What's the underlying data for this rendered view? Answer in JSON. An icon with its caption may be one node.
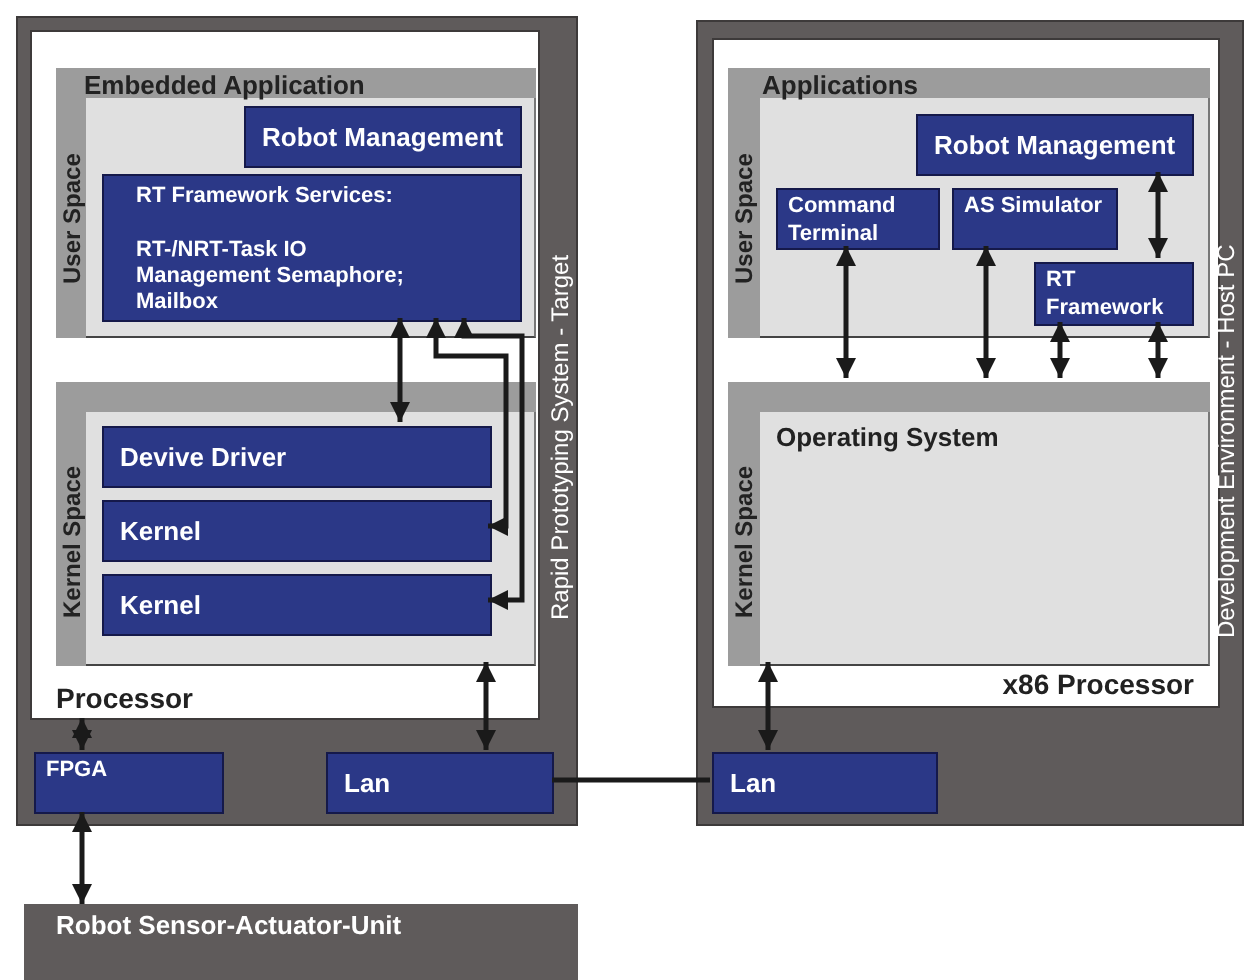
{
  "diagram": {
    "nodes": [
      {
        "text": [
          "Rapid Prototyping System - Target"
        ]
      },
      {
        "text": [
          "Processor"
        ],
        "in": 0
      },
      {
        "text": [
          "Embedded Application",
          "User Space"
        ],
        "in": 1
      },
      {
        "text": [
          "Robot Management"
        ],
        "in": 2
      },
      {
        "text": [
          "RT Framework Services:",
          "RT-/NRT-Task IO Management Semaphore; Mailbox"
        ],
        "in": 2
      },
      {
        "text": [
          "Kernel Space"
        ],
        "in": 1
      },
      {
        "text": [
          "Devive Driver"
        ],
        "in": 5
      },
      {
        "text": [
          "Kernel"
        ],
        "in": 5
      },
      {
        "text": [
          "Kernel"
        ],
        "in": 5
      },
      {
        "text": [
          "FPGA"
        ],
        "in": 0
      },
      {
        "text": [
          "Lan"
        ],
        "in": 0
      },
      {
        "text": [
          "Robot Sensor-Actuator-Unit"
        ]
      },
      {
        "text": [
          "Development Environment - Host PC"
        ]
      },
      {
        "text": [
          "x86 Processor"
        ],
        "in": 12
      },
      {
        "text": [
          "Applications",
          "User Space"
        ],
        "in": 13
      },
      {
        "text": [
          "Robot Management"
        ],
        "in": 14
      },
      {
        "text": [
          "Command Terminal"
        ],
        "in": 14
      },
      {
        "text": [
          "AS Simulator"
        ],
        "in": 14
      },
      {
        "text": [
          "RT Framework"
        ],
        "in": 14
      },
      {
        "text": [
          "Operating System",
          "Kernel Space"
        ],
        "in": 13
      },
      {
        "text": [
          "Lan"
        ],
        "in": 12
      }
    ],
    "edges": [
      {
        "from": 4,
        "to": 8,
        "arrow": "both"
      },
      {
        "from": 4,
        "to": 7,
        "arrow": "both"
      },
      {
        "from": 4,
        "to": 6,
        "arrow": "both"
      },
      {
        "from": 5,
        "to": 10,
        "arrow": "both"
      },
      {
        "from": 1,
        "to": 9,
        "arrow": "both"
      },
      {
        "from": 9,
        "to": 11,
        "arrow": "both"
      },
      {
        "from": 10,
        "to": 20,
        "arrow": "none"
      },
      {
        "from": 19,
        "to": 20,
        "arrow": "both"
      },
      {
        "from": 15,
        "to": 18,
        "arrow": "both"
      },
      {
        "from": 16,
        "to": 19,
        "arrow": "both"
      },
      {
        "from": 17,
        "to": 19,
        "arrow": "both"
      },
      {
        "from": 18,
        "to": 19,
        "arrow": "both"
      },
      {
        "from": 18,
        "to": 19,
        "arrow": "both"
      }
    ]
  }
}
